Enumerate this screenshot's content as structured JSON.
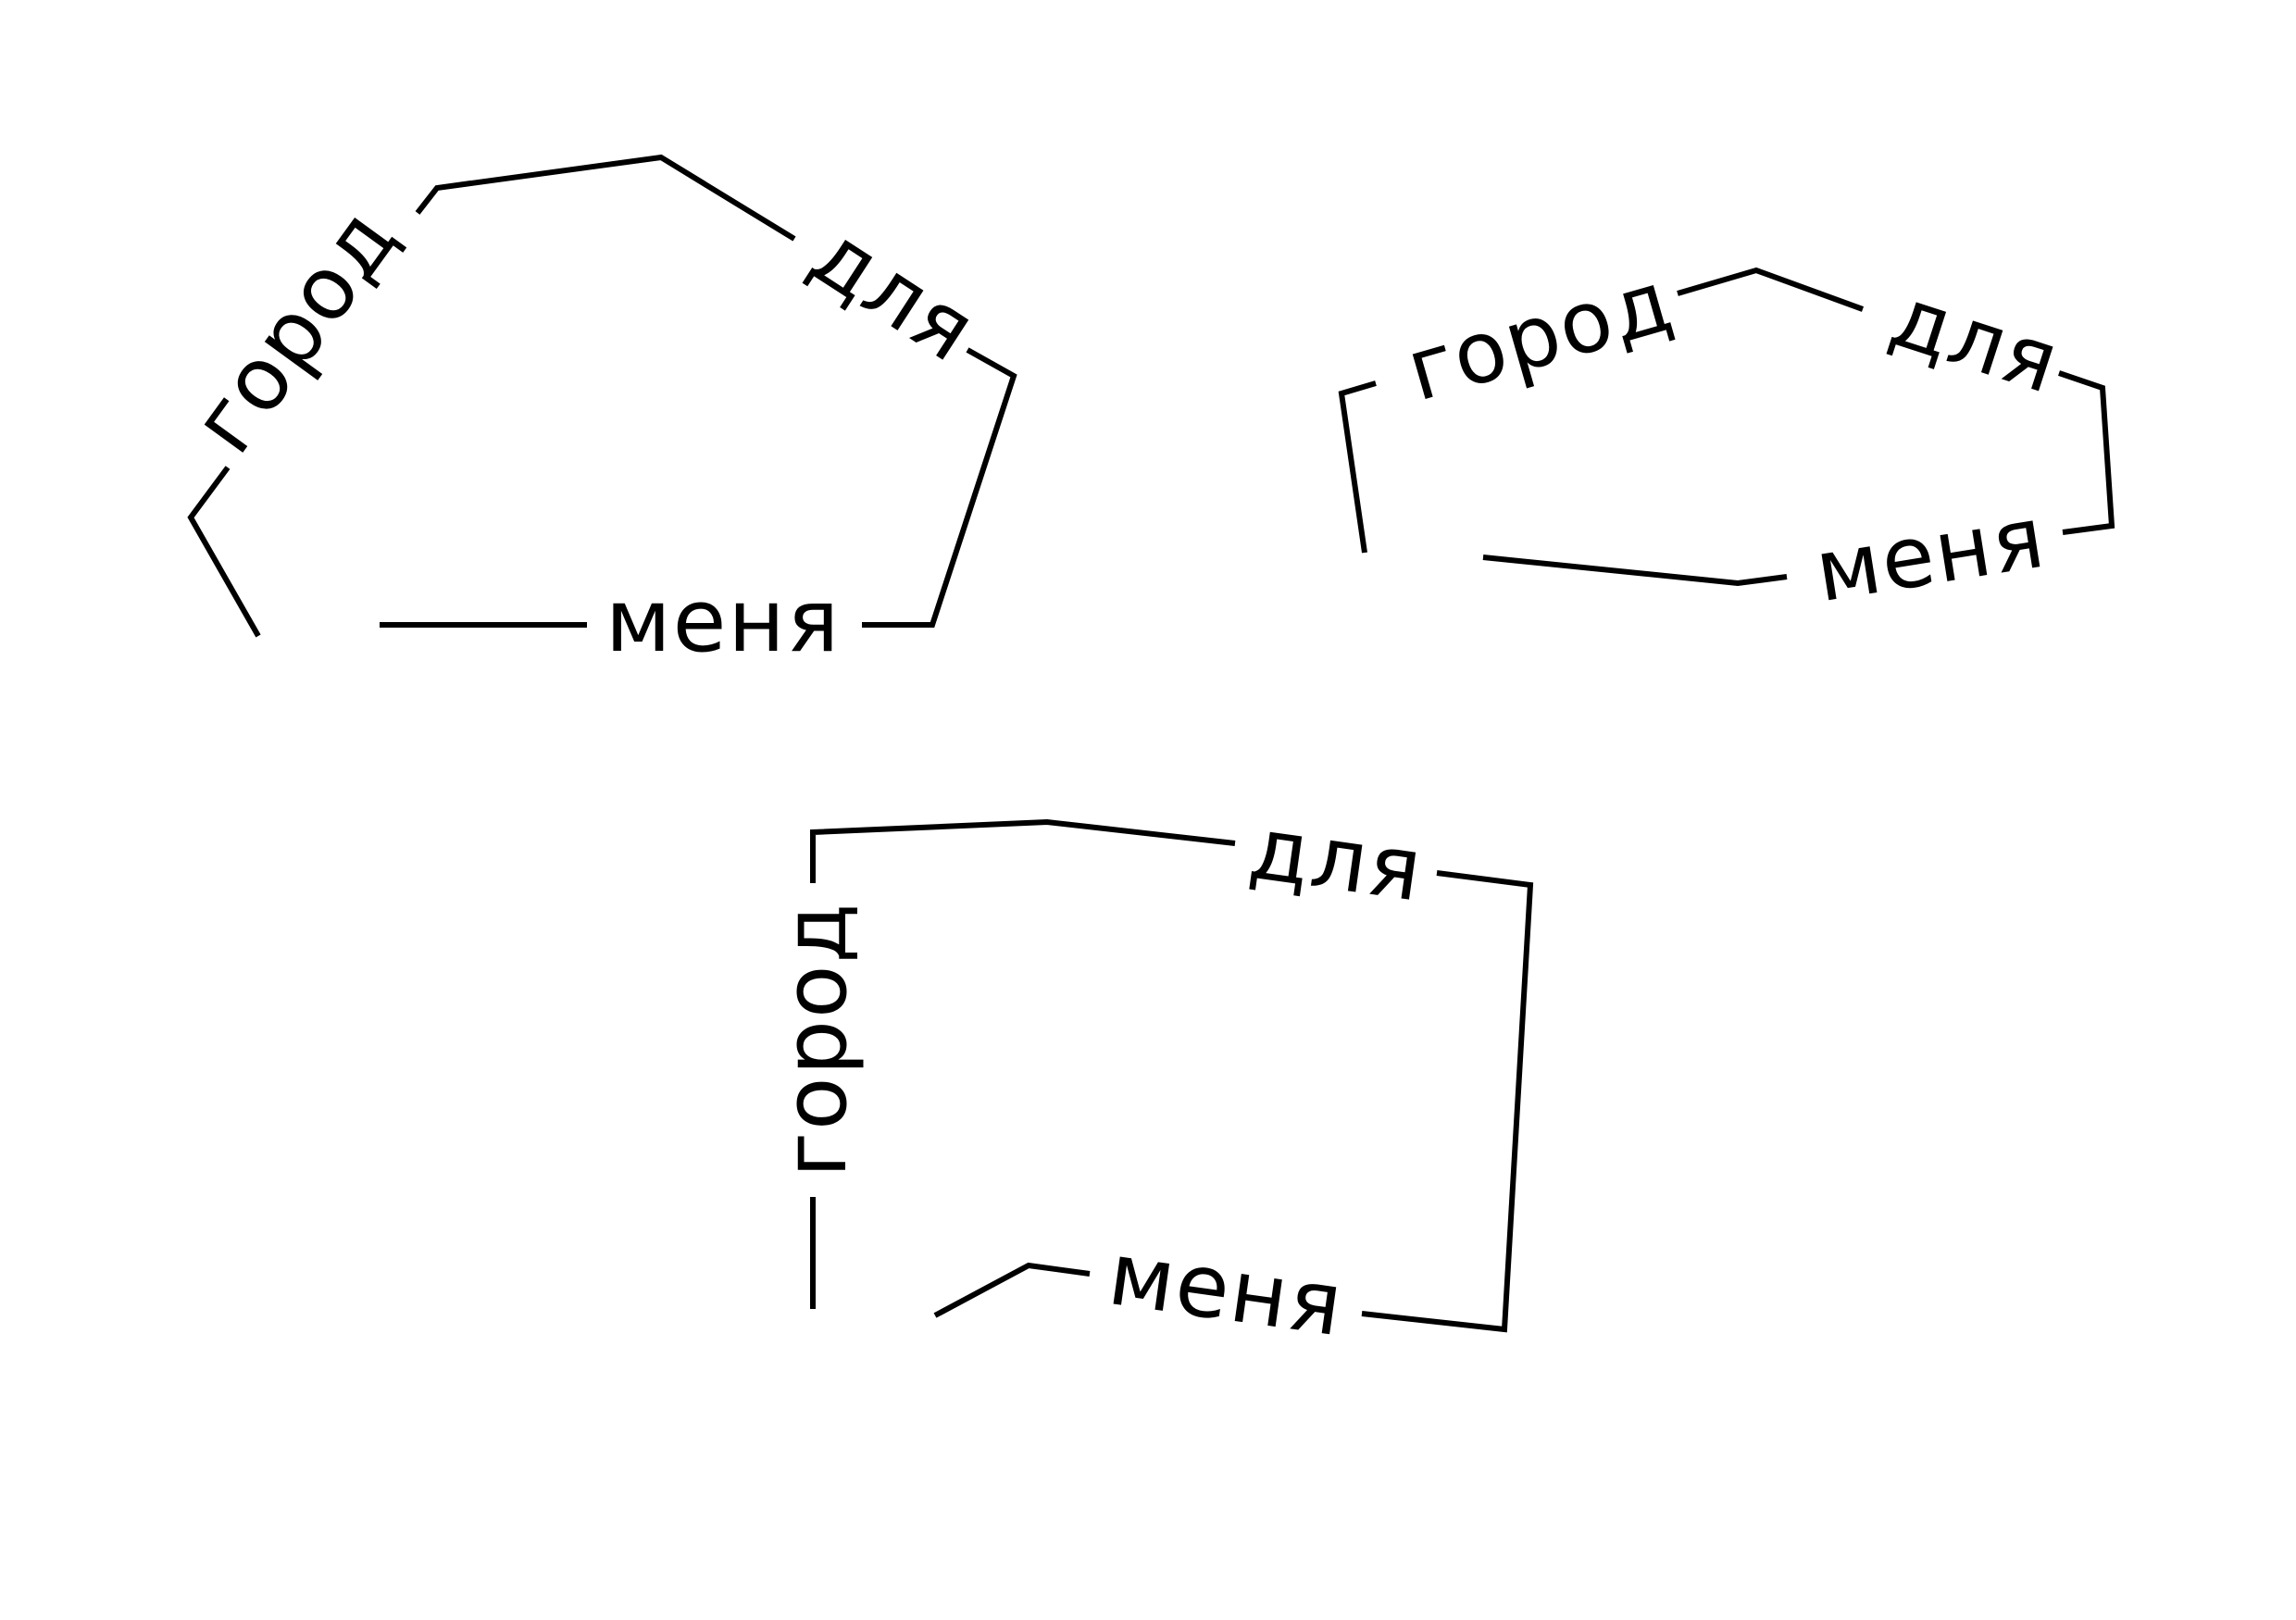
{
  "logos": [
    {
      "word1": "город",
      "word2": "для",
      "word3": "меня"
    },
    {
      "word1": "город",
      "word2": "для",
      "word3": "меня"
    },
    {
      "word1": "город",
      "word2": "для",
      "word3": "меня"
    }
  ]
}
